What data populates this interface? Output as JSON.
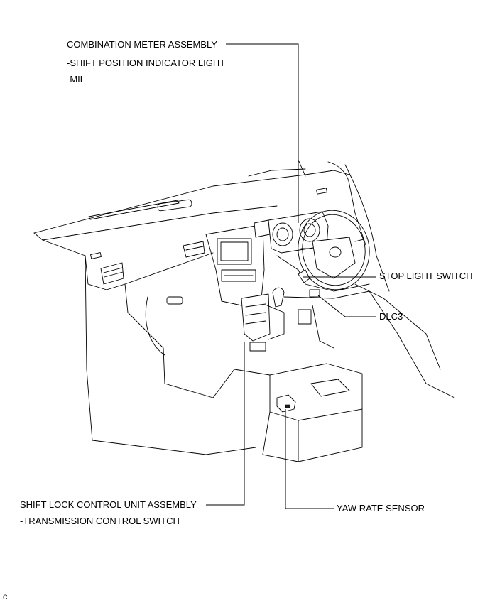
{
  "labels": {
    "combination_meter": "COMBINATION METER ASSEMBLY",
    "shift_position_light": "-SHIFT POSITION INDICATOR LIGHT",
    "mil": "-MIL",
    "stop_light_switch": "STOP LIGHT SWITCH",
    "dlc3": "DLC3",
    "shift_lock_unit": "SHIFT LOCK CONTROL UNIT ASSEMBLY",
    "transmission_switch": "-TRANSMISSION CONTROL SWITCH",
    "yaw_rate_sensor": "YAW RATE SENSOR"
  },
  "corner_mark": "C"
}
